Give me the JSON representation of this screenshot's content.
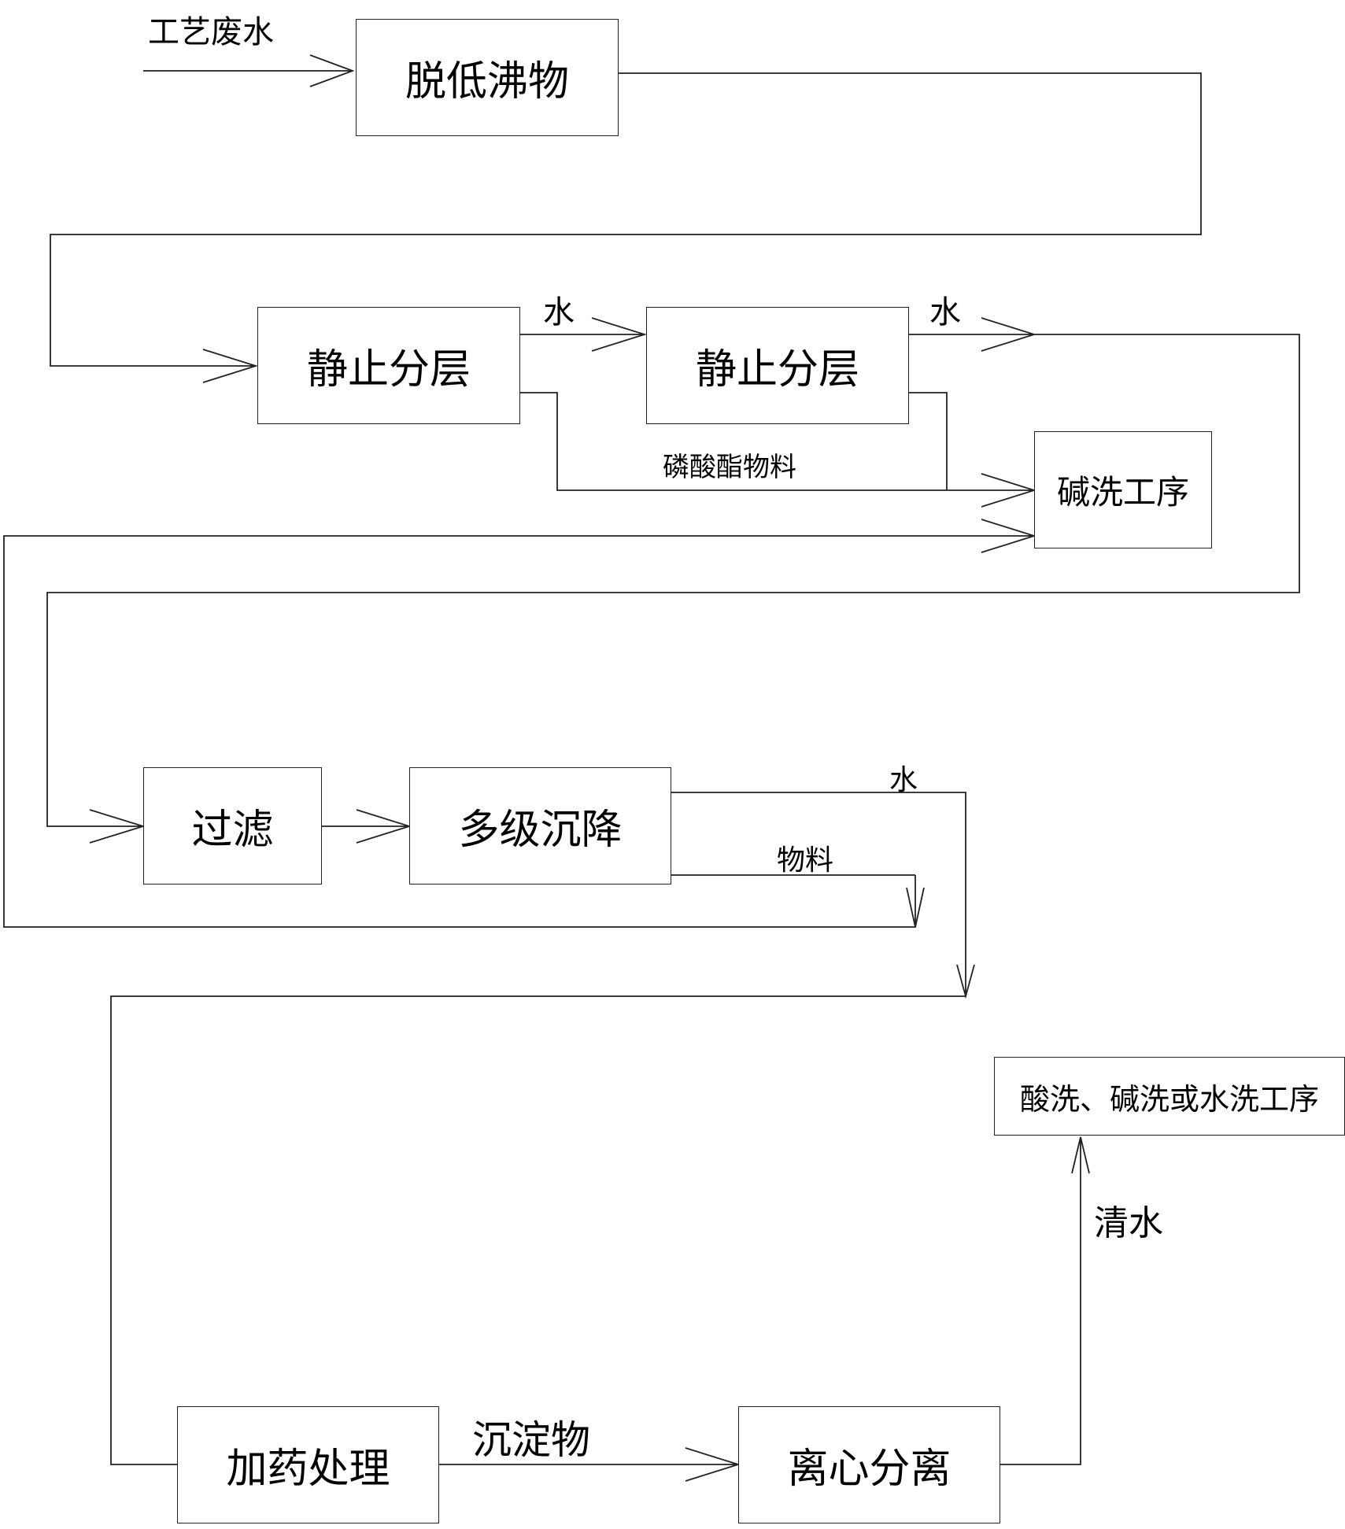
{
  "colors": {
    "line": "#222222",
    "text": "#000000",
    "background": "#ffffff"
  },
  "inputs": {
    "process_wastewater": "工艺废水"
  },
  "boxes": {
    "remove_low_boilers": "脱低沸物",
    "static_layering_1": "静止分层",
    "static_layering_2": "静止分层",
    "alkali_wash": "碱洗工序",
    "filtration": "过滤",
    "multistage_settling": "多级沉降",
    "dosing_treatment": "加药处理",
    "centrifugal_separation": "离心分离",
    "wash_processes": "酸洗、碱洗或水洗工序"
  },
  "labels": {
    "water_1": "水",
    "water_2": "水",
    "phosphate_ester_material": "磷酸酯物料",
    "water_3": "水",
    "material": "物料",
    "precipitate": "沉淀物",
    "clean_water": "清水"
  }
}
